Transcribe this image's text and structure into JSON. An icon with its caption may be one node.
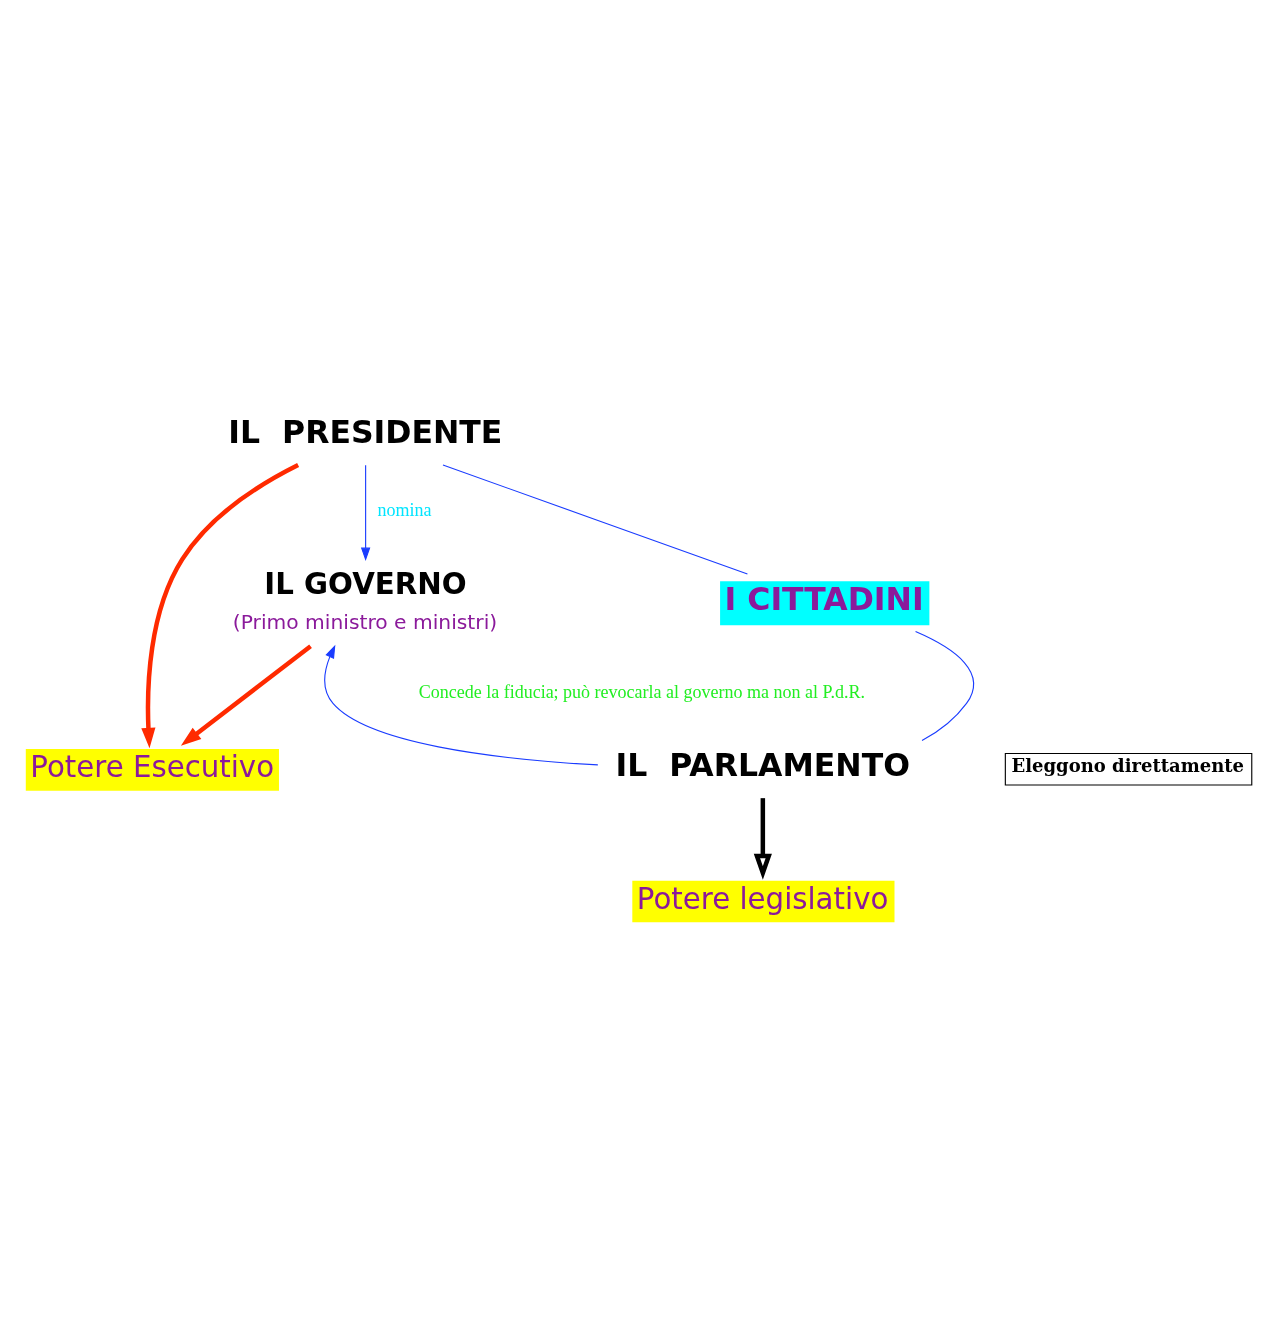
{
  "diagram": {
    "nodes": [
      {
        "text": [
          "IL  PRESIDENTE"
        ]
      },
      {
        "text": [
          "Potere Esecutivo"
        ]
      },
      {
        "text": [
          "I CITTADINI"
        ]
      },
      {
        "text": [
          "Eleggono direttamente"
        ]
      },
      {
        "text": [
          "IL GOVERNO"
        ],
        "beside": [
          "(Primo ministro e ministri)"
        ]
      },
      {
        "text": [
          "IL  PARLAMENTO"
        ]
      },
      {
        "text": [
          "Potere legislativo"
        ]
      }
    ],
    "edges": [
      {
        "from": 2,
        "to": 0,
        "arrow": "none"
      },
      {
        "from": 0,
        "to": 4,
        "arrow": "to",
        "label": "nomina"
      },
      {
        "from": 0,
        "to": 1,
        "arrow": "to",
        "style": "thick",
        "color": "#ff2a00"
      },
      {
        "from": 4,
        "to": 1,
        "arrow": "to",
        "style": "thick",
        "color": "#ff2a00"
      },
      {
        "from": 2,
        "to": 5,
        "arrow": "none"
      },
      {
        "from": 5,
        "to": 4,
        "arrow": "to",
        "label": "Concede la fiducia; può revocarla al governo ma non al P.d.R."
      },
      {
        "from": 5,
        "to": 6,
        "arrow": "to",
        "style": "thick",
        "color": "#000000"
      }
    ]
  }
}
